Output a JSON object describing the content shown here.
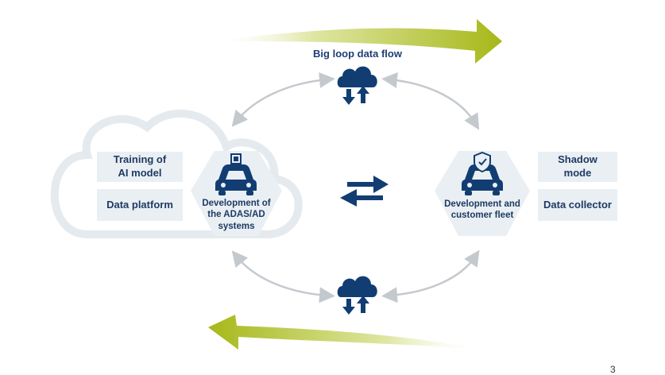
{
  "title": "Big loop data flow",
  "left_boxes": {
    "training": "Training of\nAI model",
    "platform": "Data platform"
  },
  "left_hex_label": "Development of\nthe ADAS/AD\nsystems",
  "right_hex_label": "Development and\ncustomer fleet",
  "right_boxes": {
    "shadow": "Shadow\nmode",
    "collector": "Data collector"
  },
  "page_number": "3",
  "colors": {
    "navy": "#123d72",
    "hex_fill": "#e9eff3",
    "arrow_green": "#aabc1c",
    "loop_gray": "#c4c9ce"
  },
  "icons": [
    "cloud-up-down-icon",
    "car-chip-icon",
    "car-shield-icon",
    "swap-arrows-icon"
  ]
}
